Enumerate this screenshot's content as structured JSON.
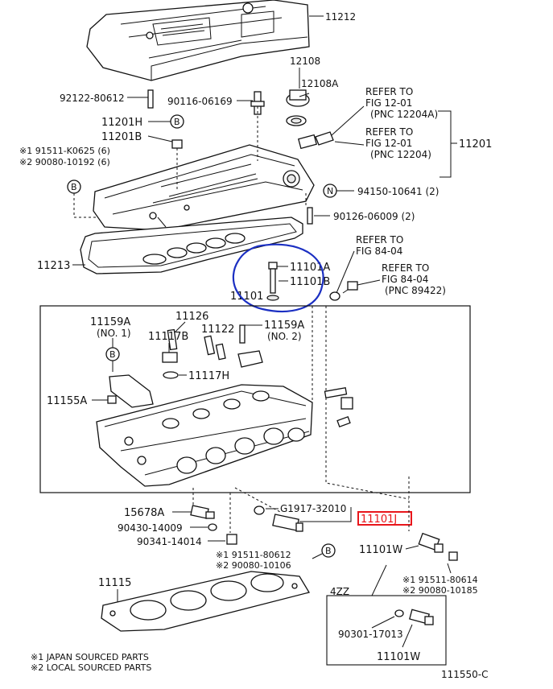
{
  "diagram": {
    "labels": {
      "p11212": "11212",
      "p12108": "12108",
      "p12108A": "12108A",
      "p92122": "92122-80612",
      "p90116": "90116-06169",
      "p11201H": "11201H",
      "p11201B": "11201B",
      "p91511": "※1 91511-K0625 (6)",
      "p90080": "※2 90080-10192 (6)",
      "refer1a": "REFER TO",
      "refer1b": "FIG 12-01",
      "refer1c": "(PNC 12204A)",
      "refer2a": "REFER TO",
      "refer2b": "FIG 12-01",
      "refer2c": "(PNC 12204)",
      "p11201": "11201",
      "p94150": "94150-10641 (2)",
      "p90126": "90126-06009 (2)",
      "p11213": "11213",
      "refer3a": "REFER TO",
      "refer3b": "FIG 84-04",
      "refer4a": "REFER TO",
      "refer4b": "FIG 84-04",
      "refer4c": "(PNC 89422)",
      "p11101A": "11101A",
      "p11101B": "11101B",
      "p11101": "11101",
      "p11126": "11126",
      "p11159A_1": "11159A",
      "no1": "(NO. 1)",
      "p11117B": "11117B",
      "p11122": "11122",
      "p11159A_2": "11159A",
      "no2": "(NO. 2)",
      "p11117H": "11117H",
      "p11155A": "11155A",
      "p15678A": "15678A",
      "pG1917": "G1917-32010",
      "p11101J": "11101J",
      "p90430": "90430-14009",
      "p90341": "90341-14014",
      "p11101W": "11101W",
      "p91511b": "※1 91511-80612",
      "p90080b": "※2 90080-10106",
      "p91511c": "※1 91511-80614",
      "p90080c": "※2 90080-10185",
      "p11115": "11115",
      "engine": "4ZZ",
      "p90301": "90301-17013",
      "p11101W_b": "11101W",
      "note1": "※1 JAPAN SOURCED PARTS",
      "note2": "※2 LOCAL SOURCED PARTS",
      "figcode": "111550-C"
    },
    "markers": {
      "b": "B",
      "n": "N"
    },
    "colors": {
      "highlight_circle": "#1b2fc2",
      "highlight_box": "#e8161b",
      "ink": "#111111"
    }
  }
}
